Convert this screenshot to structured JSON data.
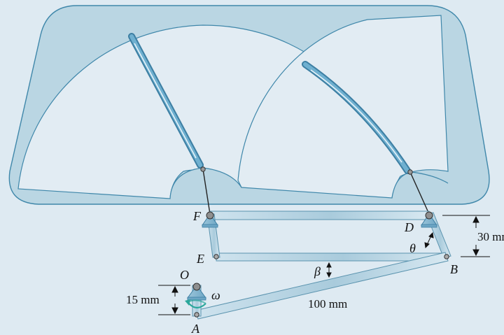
{
  "labels": {
    "F": "F",
    "D": "D",
    "E": "E",
    "B": "B",
    "O": "O",
    "A": "A",
    "theta": "θ",
    "beta": "β",
    "omega": "ω"
  },
  "dimensions": {
    "height_30": "30 mm",
    "height_15": "15 mm",
    "length_100": "100 mm"
  },
  "colors": {
    "background": "#deeaf2",
    "windshield_fill": "#bad6e3",
    "windshield_edge": "#3f87aa",
    "sweep_fill": "#e2ecf3",
    "link_fill": "#d4e6ef",
    "link_edge": "#5a93ae",
    "blade": "#5a9dc0",
    "omega_arrow": "#2aa79b"
  }
}
